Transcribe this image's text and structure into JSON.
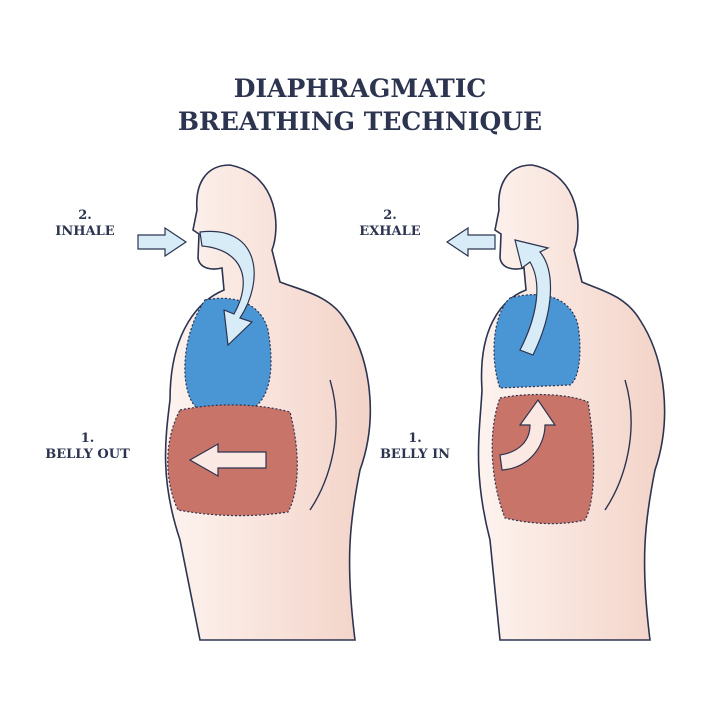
{
  "title": {
    "line1": "DIAPHRAGMATIC",
    "line2": "BREATHING TECHNIQUE"
  },
  "left_figure": {
    "step2_number": "2.",
    "step2_label": "INHALE",
    "step1_number": "1.",
    "step1_label": "BELLY OUT"
  },
  "right_figure": {
    "step2_number": "2.",
    "step2_label": "EXHALE",
    "step1_number": "1.",
    "step1_label": "BELLY IN"
  },
  "colors": {
    "text": "#2c3450",
    "skin": "#f8e3dc",
    "lungs": "#4a95d3",
    "belly": "#c97469",
    "arrow": "#d8ecf8",
    "outline": "#2c3450"
  }
}
